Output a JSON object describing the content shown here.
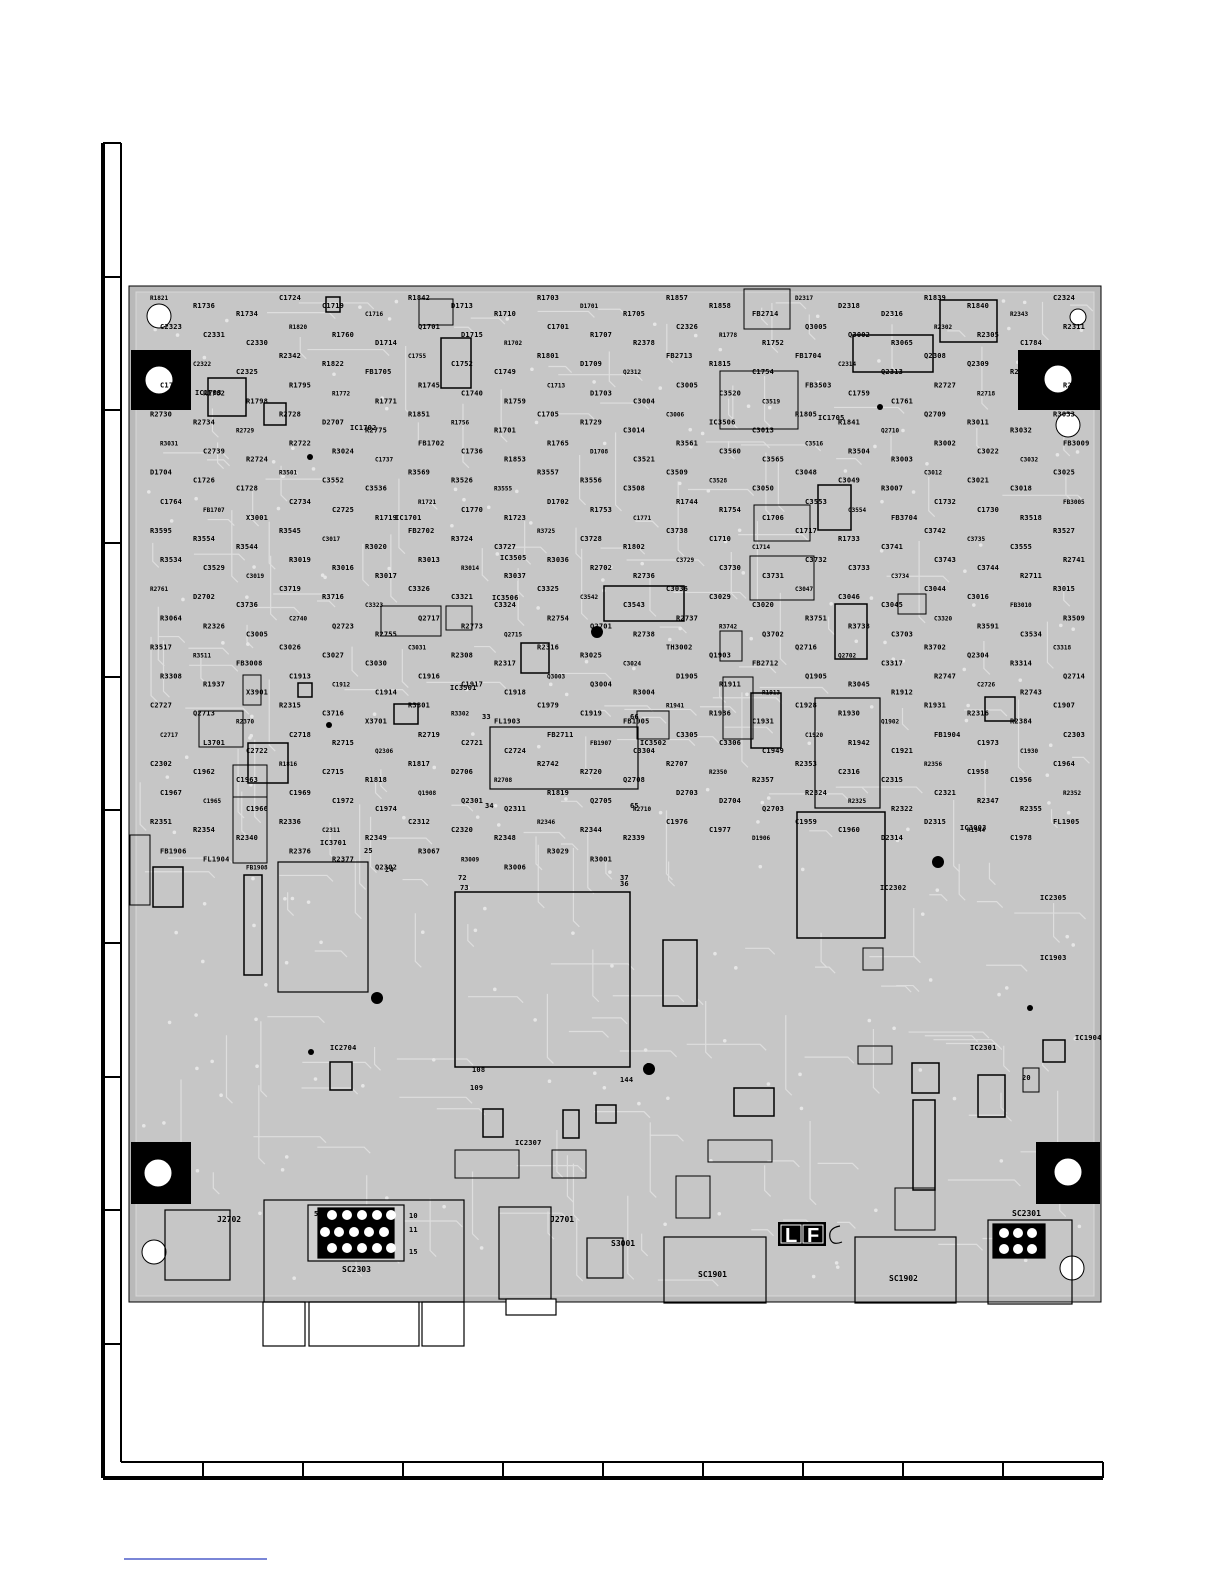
{
  "board": {
    "mark": "LF",
    "connectors": [
      "SC2303",
      "SC1901",
      "SC1902",
      "SC2301",
      "J2701",
      "J2702",
      "S3001"
    ],
    "ic_labels": [
      "IC1703",
      "IC1701",
      "IC1702",
      "IC1705",
      "IC2704",
      "IC3501",
      "IC3502",
      "IC3505",
      "IC3506",
      "IC3003",
      "IC2301",
      "IC2302",
      "IC2305",
      "IC1903",
      "IC1904",
      "IC2307",
      "IC3701"
    ],
    "pin_labels": [
      "33",
      "34",
      "65",
      "66",
      "72",
      "73",
      "108",
      "109",
      "144",
      "1",
      "36",
      "37",
      "5",
      "10",
      "11",
      "15",
      "20",
      "24",
      "25"
    ],
    "component_labels": [
      "R1821",
      "R1736",
      "R1734",
      "C1724",
      "C1719",
      "C1716",
      "R1842",
      "D1713",
      "R1710",
      "R1703",
      "D1701",
      "R1705",
      "R1857",
      "R1858",
      "FB2714",
      "D2317",
      "D2318",
      "D2316",
      "R1839",
      "R1840",
      "R2343",
      "C2324",
      "C2323",
      "C2331",
      "C2330",
      "R1820",
      "R1760",
      "D1714",
      "Q1701",
      "D1715",
      "R1702",
      "C1701",
      "R1707",
      "R2378",
      "C2326",
      "R1778",
      "R1752",
      "Q3005",
      "Q3002",
      "R3065",
      "R2302",
      "R2305",
      "C1784",
      "R2311",
      "Q1704",
      "C2322",
      "C2325",
      "R2342",
      "R1822",
      "FB1705",
      "C1755",
      "C1752",
      "C1749",
      "R1801",
      "D1709",
      "Q2312",
      "FB2713",
      "R1815",
      "C1754",
      "FB1704",
      "C2314",
      "Q2313",
      "Q2308",
      "Q2309",
      "R2372",
      "R1714",
      "C1738",
      "R1782",
      "R1798",
      "R1795",
      "R1772",
      "R1771",
      "R1745",
      "C1740",
      "R1759",
      "C1713",
      "D1703",
      "C3004",
      "C3005",
      "C3520",
      "C3519",
      "FB3503",
      "C1759",
      "C1761",
      "R2727",
      "R2718",
      "R2725",
      "R2732",
      "R2730",
      "R2734",
      "R2729",
      "R2728",
      "D2707",
      "R2775",
      "R1851",
      "R1756",
      "R1701",
      "C1705",
      "R1729",
      "C3014",
      "C3006",
      "IC3506",
      "C3013",
      "R1805",
      "R1841",
      "Q2710",
      "Q2709",
      "R3011",
      "R3032",
      "R3033",
      "R3031",
      "C2739",
      "R2724",
      "R2722",
      "R3024",
      "C1737",
      "FB1702",
      "C1736",
      "R1853",
      "R1765",
      "D1708",
      "C3521",
      "R3561",
      "C3560",
      "C3565",
      "C3516",
      "R3504",
      "R3003",
      "R3002",
      "C3022",
      "C3032",
      "FB3009",
      "D1704",
      "C1726",
      "C1728",
      "R3501",
      "C3552",
      "C3536",
      "R3569",
      "R3526",
      "R3555",
      "R3557",
      "R3556",
      "C3508",
      "C3509",
      "C3528",
      "C3050",
      "C3048",
      "C3049",
      "R3007",
      "C3012",
      "C3021",
      "C3018",
      "C3025",
      "C1764",
      "FB1707",
      "X3001",
      "C2734",
      "C2725",
      "R1719",
      "R1721",
      "C1770",
      "R1723",
      "D1702",
      "R1753",
      "C1771",
      "R1744",
      "R1754",
      "C1706",
      "C3553",
      "C3554",
      "FB3704",
      "C1732",
      "C1730",
      "R3518",
      "FB3005",
      "R3595",
      "R3554",
      "R3544",
      "R3545",
      "C3017",
      "R3020",
      "FB2702",
      "R3724",
      "C3727",
      "R3725",
      "C3728",
      "R1802",
      "C3738",
      "C1710",
      "C1714",
      "C1717",
      "R1733",
      "C3741",
      "C3742",
      "C3735",
      "C3555",
      "R3527",
      "R3534",
      "C3529",
      "C3019",
      "R3019",
      "R3016",
      "R3017",
      "R3013",
      "R3014",
      "R3037",
      "R3036",
      "R2702",
      "R2736",
      "C3729",
      "C3730",
      "C3731",
      "C3732",
      "C3733",
      "C3734",
      "C3743",
      "C3744",
      "R2711",
      "R2741",
      "R2761",
      "D2702",
      "C3736",
      "C3719",
      "R3716",
      "C3323",
      "C3326",
      "C3321",
      "C3324",
      "C3325",
      "C3542",
      "C3543",
      "C3036",
      "C3029",
      "C3020",
      "C3047",
      "C3046",
      "C3045",
      "C3044",
      "C3016",
      "FB3010",
      "R3015",
      "R3064",
      "R2326",
      "C3005",
      "C2740",
      "Q2723",
      "R2755",
      "Q2717",
      "R2773",
      "Q2715",
      "R2754",
      "Q2701",
      "R2738",
      "R2737",
      "R3742",
      "Q3702",
      "R3751",
      "R3738",
      "C3703",
      "C3320",
      "R3591",
      "C3534",
      "R3509",
      "R3517",
      "R3511",
      "FB3008",
      "C3026",
      "C3027",
      "C3030",
      "C3031",
      "R2308",
      "R2317",
      "R2316",
      "R3025",
      "C3024",
      "TH3002",
      "Q1903",
      "FB2712",
      "Q2716",
      "Q2702",
      "C3317",
      "R3702",
      "Q2304",
      "R3314",
      "C3318",
      "R3308",
      "R1937",
      "X3901",
      "C1913",
      "C1912",
      "C1914",
      "C1916",
      "C1917",
      "C1918",
      "Q3003",
      "Q3004",
      "R3004",
      "D1905",
      "R1911",
      "R1913",
      "Q1905",
      "R3045",
      "R1912",
      "R2747",
      "C2726",
      "R2743",
      "Q2714",
      "C2727",
      "Q2713",
      "R2370",
      "R2315",
      "C3716",
      "X3701",
      "R3301",
      "R3302",
      "FL1903",
      "C1979",
      "C1919",
      "FB1905",
      "R1941",
      "R1936",
      "C1931",
      "C1928",
      "R1930",
      "Q1902",
      "R1931",
      "R2316",
      "R2384",
      "C1907",
      "C2717",
      "L3701",
      "C2722",
      "C2718",
      "R2715",
      "Q2306",
      "R2719",
      "C2721",
      "C2724",
      "FB2711",
      "FB1907",
      "C3304",
      "C3305",
      "C3306",
      "C1949",
      "C1920",
      "R1942",
      "C1921",
      "FB1904",
      "C1973",
      "C1930",
      "C2303",
      "C2302",
      "C1962",
      "C1963",
      "R1816",
      "C2715",
      "R1818",
      "R1817",
      "D2706",
      "R2708",
      "R2742",
      "R2720",
      "Q2708",
      "R2707",
      "R2350",
      "R2357",
      "R2353",
      "C2316",
      "C2315",
      "R2356",
      "C1958",
      "C1956",
      "C1964",
      "C1967",
      "C1965",
      "C1966",
      "C1969",
      "C1972",
      "C1974",
      "Q1908",
      "Q2301",
      "Q2311",
      "R1819",
      "Q2705",
      "R2710",
      "D2703",
      "D2704",
      "Q2703",
      "R2324",
      "R2325",
      "R2322",
      "C2321",
      "R2347",
      "R2355",
      "R2352",
      "R2351",
      "R2354",
      "R2340",
      "R2336",
      "C2311",
      "R2349",
      "C2312",
      "C2320",
      "R2348",
      "R2346",
      "R2344",
      "R2339",
      "C1976",
      "C1977",
      "D1906",
      "C1959",
      "C1960",
      "D2314",
      "D2315",
      "R1944",
      "C1978",
      "FL1905",
      "FB1906",
      "FL1904",
      "FB1908",
      "R2376",
      "R2377",
      "Q2302",
      "R3067",
      "R3009",
      "R3006",
      "R3029",
      "R3001"
    ]
  }
}
